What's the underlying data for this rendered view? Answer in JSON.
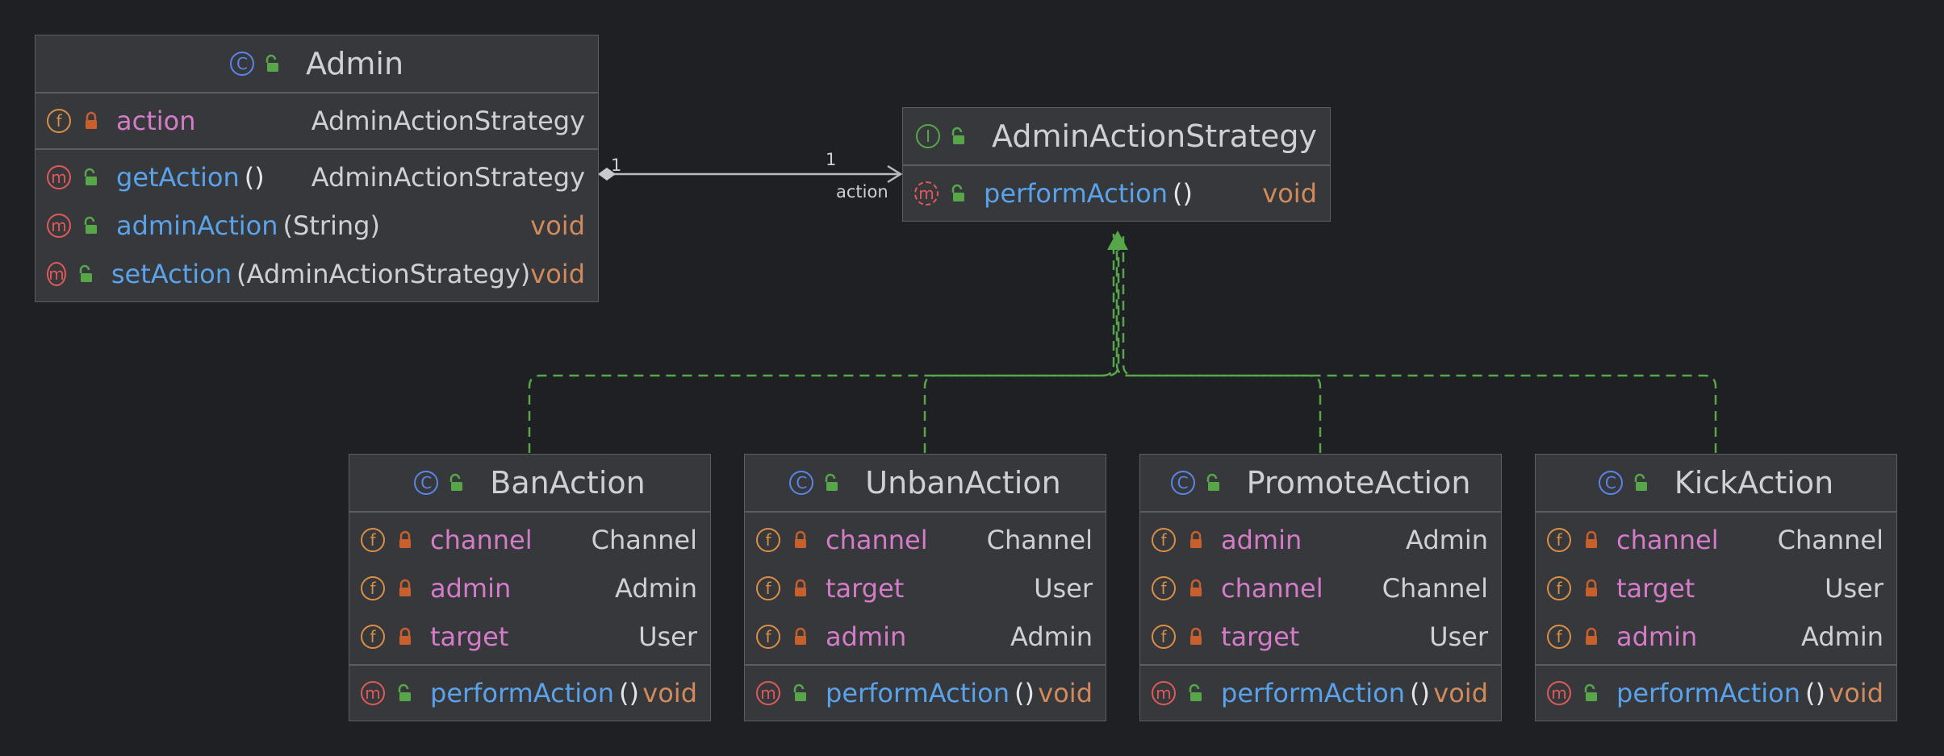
{
  "classes": {
    "admin": {
      "name": "Admin",
      "fields": [
        {
          "name": "action",
          "type": "AdminActionStrategy"
        }
      ],
      "methods": [
        {
          "name": "getAction",
          "params": "()",
          "type": "AdminActionStrategy"
        },
        {
          "name": "adminAction",
          "params": "(String)",
          "type": "void"
        },
        {
          "name": "setAction",
          "params": "(AdminActionStrategy)",
          "type": "void"
        }
      ]
    },
    "strategy": {
      "name": "AdminActionStrategy",
      "methods": [
        {
          "name": "performAction",
          "params": "()",
          "type": "void"
        }
      ]
    },
    "ban": {
      "name": "BanAction",
      "fields": [
        {
          "name": "channel",
          "type": "Channel"
        },
        {
          "name": "admin",
          "type": "Admin"
        },
        {
          "name": "target",
          "type": "User"
        }
      ],
      "methods": [
        {
          "name": "performAction",
          "params": "()",
          "type": "void"
        }
      ]
    },
    "unban": {
      "name": "UnbanAction",
      "fields": [
        {
          "name": "channel",
          "type": "Channel"
        },
        {
          "name": "target",
          "type": "User"
        },
        {
          "name": "admin",
          "type": "Admin"
        }
      ],
      "methods": [
        {
          "name": "performAction",
          "params": "()",
          "type": "void"
        }
      ]
    },
    "promote": {
      "name": "PromoteAction",
      "fields": [
        {
          "name": "admin",
          "type": "Admin"
        },
        {
          "name": "channel",
          "type": "Channel"
        },
        {
          "name": "target",
          "type": "User"
        }
      ],
      "methods": [
        {
          "name": "performAction",
          "params": "()",
          "type": "void"
        }
      ]
    },
    "kick": {
      "name": "KickAction",
      "fields": [
        {
          "name": "channel",
          "type": "Channel"
        },
        {
          "name": "target",
          "type": "User"
        },
        {
          "name": "admin",
          "type": "Admin"
        }
      ],
      "methods": [
        {
          "name": "performAction",
          "params": "()",
          "type": "void"
        }
      ]
    }
  },
  "association": {
    "source_multiplicity": "1",
    "target_multiplicity": "1",
    "role": "action"
  },
  "icons": {
    "class_badge": "class-icon",
    "interface_badge": "interface-icon",
    "field_badge": "field-icon",
    "method_badge": "method-icon",
    "abstract_method_badge": "abstract-method-icon",
    "public_visibility": "unlocked-icon",
    "private_visibility": "locked-icon"
  },
  "colors": {
    "background": "#1f2023",
    "box": "#36383c",
    "border": "#5a5d62",
    "method": "#5aa3ea",
    "field": "#d57cc9",
    "void": "#d38a5a",
    "realization": "#57a64a",
    "association": "#b8bbbf"
  }
}
